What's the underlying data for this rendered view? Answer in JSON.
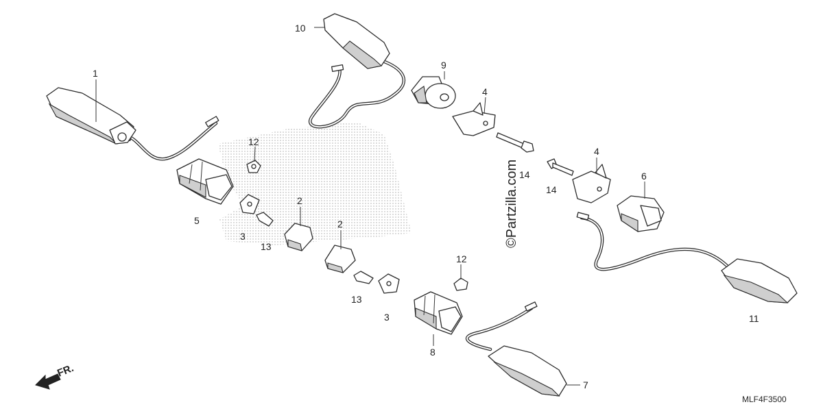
{
  "diagram": {
    "callouts": [
      {
        "id": "c1",
        "text": "1"
      },
      {
        "id": "c2a",
        "text": "2"
      },
      {
        "id": "c2b",
        "text": "2"
      },
      {
        "id": "c3a",
        "text": "3"
      },
      {
        "id": "c3b",
        "text": "3"
      },
      {
        "id": "c4a",
        "text": "4"
      },
      {
        "id": "c4b",
        "text": "4"
      },
      {
        "id": "c5",
        "text": "5"
      },
      {
        "id": "c6",
        "text": "6"
      },
      {
        "id": "c7",
        "text": "7"
      },
      {
        "id": "c8",
        "text": "8"
      },
      {
        "id": "c9",
        "text": "9"
      },
      {
        "id": "c10",
        "text": "10"
      },
      {
        "id": "c11",
        "text": "11"
      },
      {
        "id": "c12a",
        "text": "12"
      },
      {
        "id": "c12b",
        "text": "12"
      },
      {
        "id": "c13a",
        "text": "13"
      },
      {
        "id": "c13b",
        "text": "13"
      },
      {
        "id": "c14a",
        "text": "14"
      },
      {
        "id": "c14b",
        "text": "14"
      }
    ],
    "front_marker": "FR.",
    "diagram_code": "MLF4F3500",
    "watermark": "©Partzilla.com"
  }
}
